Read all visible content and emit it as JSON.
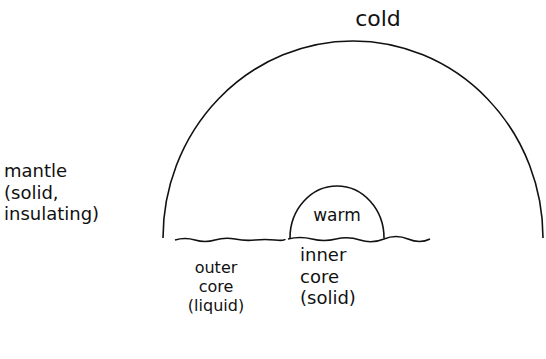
{
  "diagram": {
    "nodes": [
      {
        "text": [
          "warm"
        ]
      }
    ],
    "labels": [
      "cold",
      "mantle (solid, insulating)",
      "outer core (liquid)",
      "inner core (solid)"
    ]
  }
}
